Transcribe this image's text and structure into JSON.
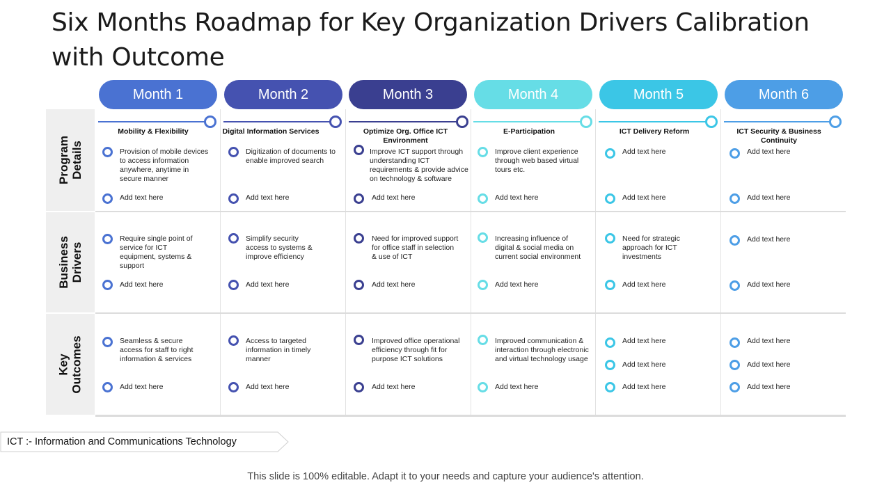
{
  "title": "Six Months Roadmap for Key Organization Drivers Calibration with Outcome",
  "colors": {
    "m1": "#4a72d2",
    "m2": "#4552b0",
    "m3": "#3a3f90",
    "m4": "#66dde6",
    "m5": "#3bc6e6",
    "m6": "#4d9ee6"
  },
  "rows": {
    "program": "Program Details",
    "business": "Business Drivers",
    "outcomes": "Key Outcomes"
  },
  "months": [
    {
      "label": "Month 1",
      "heading": "Mobility & Flexibility",
      "program": [
        "Provision of mobile devices to access information anywhere, anytime in secure manner",
        "Add text here"
      ],
      "business": [
        "Require single point of service for ICT equipment, systems & support",
        "Add text here"
      ],
      "outcomes": [
        "Seamless & secure access for staff to right information & services",
        "Add text here"
      ]
    },
    {
      "label": "Month 2",
      "heading": "Digital Information Services",
      "program": [
        "Digitization of documents to enable improved search",
        "Add text here"
      ],
      "business": [
        "Simplify security access to systems & improve efficiency",
        "Add text here"
      ],
      "outcomes": [
        "Access to targeted information in timely manner",
        "Add text here"
      ]
    },
    {
      "label": "Month 3",
      "heading": "Optimize Org. Office ICT Environment",
      "program": [
        "Improve ICT support through understanding ICT requirements & provide advice on technology & software",
        "Add text here"
      ],
      "business": [
        "Need for improved support for office staff in selection & use of ICT",
        "Add text here"
      ],
      "outcomes": [
        "Improved office operational efficiency through fit for purpose ICT solutions",
        "Add text here"
      ]
    },
    {
      "label": "Month 4",
      "heading": "E-Participation",
      "program": [
        "Improve client experience through web based virtual tours etc.",
        "Add text here"
      ],
      "business": [
        "Increasing influence of digital & social media on current social environment",
        "Add text here"
      ],
      "outcomes": [
        "Improved communication & interaction through electronic and virtual technology usage",
        "Add text here"
      ]
    },
    {
      "label": "Month 5",
      "heading": "ICT Delivery Reform",
      "program": [
        "Add text here",
        "Add text here"
      ],
      "business": [
        "Need for strategic approach for ICT investments",
        "Add text here"
      ],
      "outcomes": [
        "Add text here",
        "Add text here",
        "Add text here"
      ]
    },
    {
      "label": "Month 6",
      "heading": "ICT Security & Business Continuity",
      "program": [
        "Add text here",
        "Add text here"
      ],
      "business": [
        "Add text here",
        "Add text here"
      ],
      "outcomes": [
        "Add text here",
        "Add text here",
        "Add text here"
      ]
    }
  ],
  "footnote": "ICT :- Information  and Communications Technology",
  "tagline": "This slide is 100% editable. Adapt it to your needs and capture your audience's attention."
}
